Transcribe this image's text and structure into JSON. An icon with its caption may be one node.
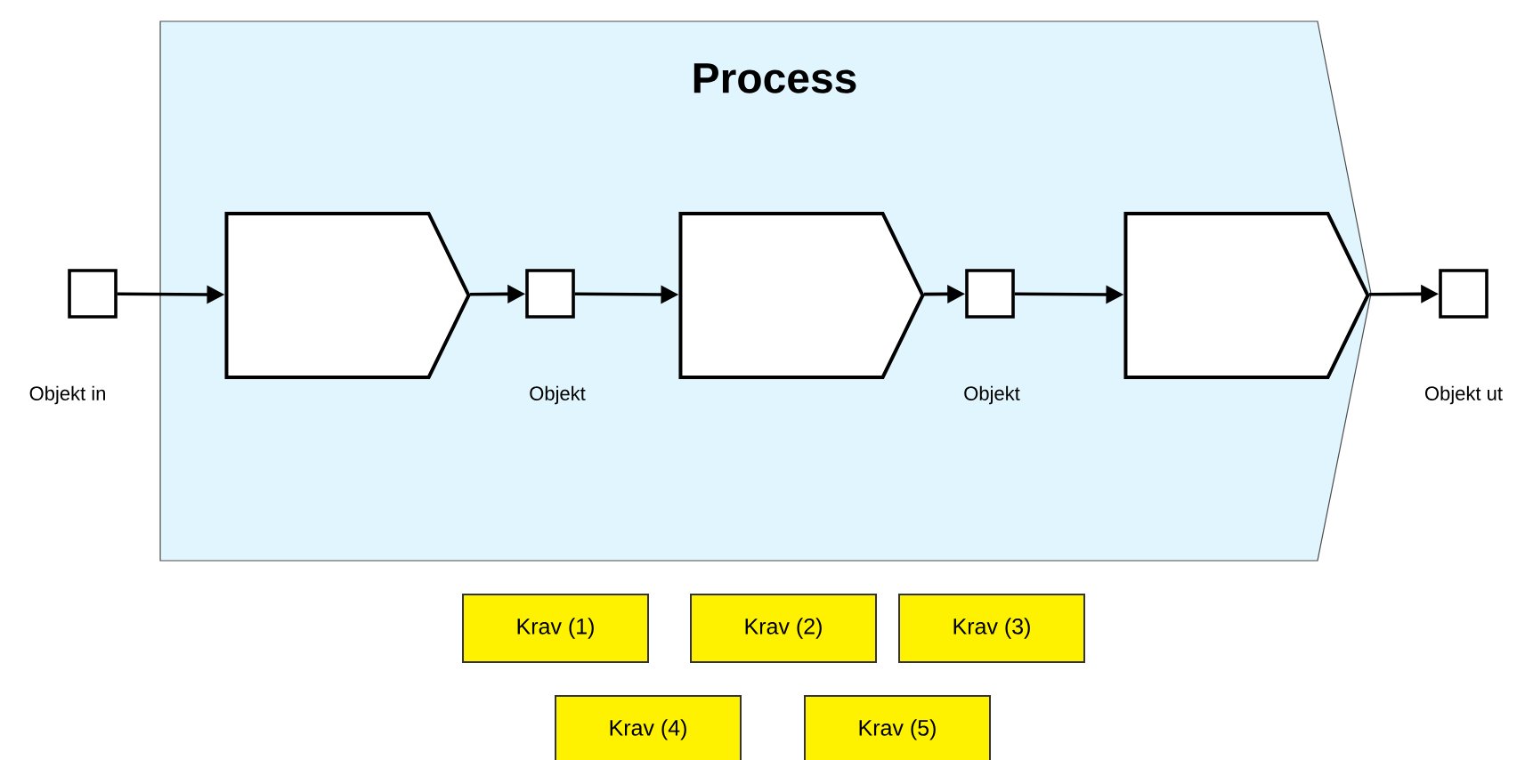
{
  "diagram": {
    "nodes": [
      {
        "text": [
          "Process"
        ]
      },
      {
        "text": [],
        "shape": "box",
        "beside": [
          "Objekt in"
        ]
      },
      {
        "text": [],
        "shape": "pentagon",
        "in": 0
      },
      {
        "text": [],
        "shape": "box",
        "in": 0,
        "beside": [
          "Objekt"
        ]
      },
      {
        "text": [],
        "shape": "pentagon",
        "in": 0
      },
      {
        "text": [],
        "shape": "box",
        "in": 0,
        "beside": [
          "Objekt"
        ]
      },
      {
        "text": [],
        "shape": "pentagon",
        "in": 0
      },
      {
        "text": [],
        "shape": "box",
        "beside": [
          "Objekt ut"
        ]
      },
      {
        "text": [
          "Krav  (1)"
        ]
      },
      {
        "text": [
          "Krav  (2)"
        ]
      },
      {
        "text": [
          "Krav  (3)"
        ]
      },
      {
        "text": [
          "Krav  (4)"
        ]
      },
      {
        "text": [
          "Krav  (5)"
        ]
      }
    ],
    "edges": [
      {
        "from": 1,
        "to": 2,
        "arrow": "to"
      },
      {
        "from": 2,
        "to": 3,
        "arrow": "to"
      },
      {
        "from": 3,
        "to": 4,
        "arrow": "to"
      },
      {
        "from": 4,
        "to": 5,
        "arrow": "to"
      },
      {
        "from": 5,
        "to": 6,
        "arrow": "to"
      },
      {
        "from": 6,
        "to": 7,
        "arrow": "to"
      }
    ]
  }
}
